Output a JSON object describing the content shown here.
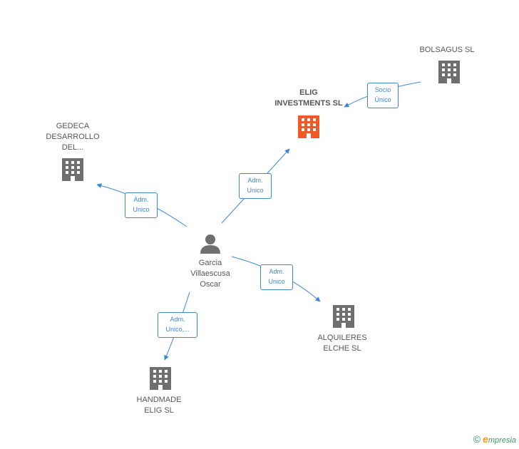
{
  "colors": {
    "edge": "#3e86d6",
    "building": "#6f6f6f",
    "building_main": "#f05a28",
    "person": "#6f6f6f"
  },
  "nodes": {
    "center": {
      "label": "Garcia\nVillaescusa\nOscar",
      "icon": "person-icon"
    },
    "elig": {
      "label": "ELIG\nINVESTMENTS SL",
      "icon": "building-icon"
    },
    "bolsagus": {
      "label": "BOLSAGUS SL",
      "icon": "building-icon"
    },
    "gedeca": {
      "label": "GEDECA\nDESARROLLO\nDEL...",
      "icon": "building-icon"
    },
    "alquileres": {
      "label": "ALQUILERES\nELCHE SL",
      "icon": "building-icon"
    },
    "handmade": {
      "label": "HANDMADE\nELIG  SL",
      "icon": "building-icon"
    }
  },
  "edges": {
    "to_elig": "Adm.\nUnico",
    "bolsagus_elig": "Socio\nÚnico",
    "to_gedeca": "Adm.\nUnico",
    "to_alquileres": "Adm.\nUnico",
    "to_handmade": "Adm.\nUnico,..."
  },
  "brand": {
    "copyright": "©",
    "e": "e",
    "rest": "mpresia"
  }
}
